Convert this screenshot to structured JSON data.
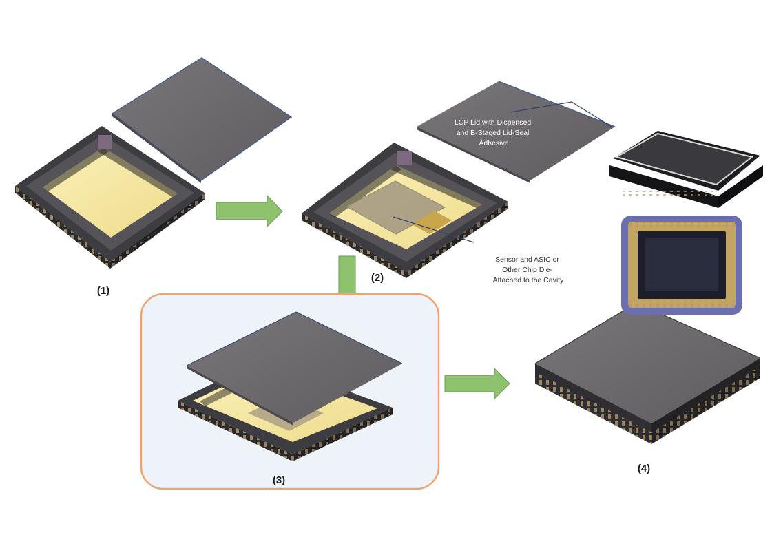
{
  "steps": {
    "s1": "(1)",
    "s2": "(2)",
    "s3": "(3)",
    "s4": "(4)"
  },
  "annotations": {
    "lid": [
      "LCP  Lid with Dispensed",
      "and B-Staged Lid-Seal",
      "Adhesive"
    ],
    "die": [
      "Sensor and ASIC or",
      "Other Chip Die-",
      "Attached to the Cavity"
    ]
  },
  "colors": {
    "arrow": "#8fc26f",
    "arrow_stroke": "#6b9e52",
    "highlight_border": "#f0a36e",
    "highlight_fill": "#eef3fa",
    "lid": "#6d6a6d",
    "cavity": "#f6e7a1",
    "package": "#3b3a3d"
  }
}
